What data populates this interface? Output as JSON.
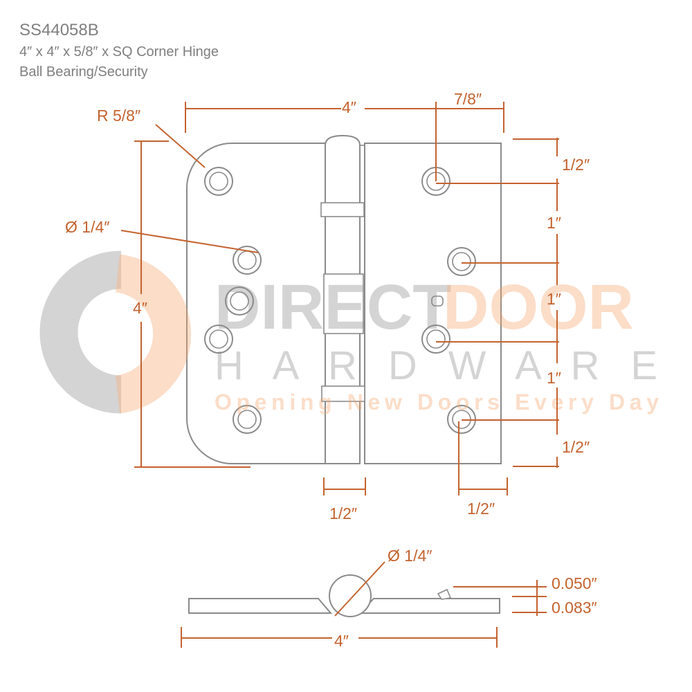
{
  "header": {
    "model": "SS44058B",
    "description": "4″ x 4″ x 5/8″ x SQ Corner Hinge",
    "features": "Ball Bearing/Security"
  },
  "watermark": {
    "word1": "DIRECT",
    "word2": "DOOR",
    "word3": "H A R D W A R E",
    "tagline": "Opening New Doors Every Day",
    "colors": {
      "gray": "#8c8c8c",
      "orange": "#f3a46b"
    }
  },
  "dimensions": {
    "width_top": "4″",
    "offset_top_right": "7/8″",
    "corner_radius": "R 5/8″",
    "hole_diameter": "Ø 1/4″",
    "height_left": "4″",
    "right_1": "1/2″",
    "right_2": "1″",
    "right_3": "1″",
    "right_4": "1″",
    "right_5": "1/2″",
    "knuckle_width": "1/2″",
    "bottom_right": "1/2″"
  },
  "side_view": {
    "pin_diameter": "Ø 1/4″",
    "thickness_1": "0.050″",
    "thickness_2": "0.083″",
    "width": "4″"
  },
  "colors": {
    "dimension": "#c4622e",
    "outline": "#8a8a8a",
    "header": "#7f7f7f"
  }
}
